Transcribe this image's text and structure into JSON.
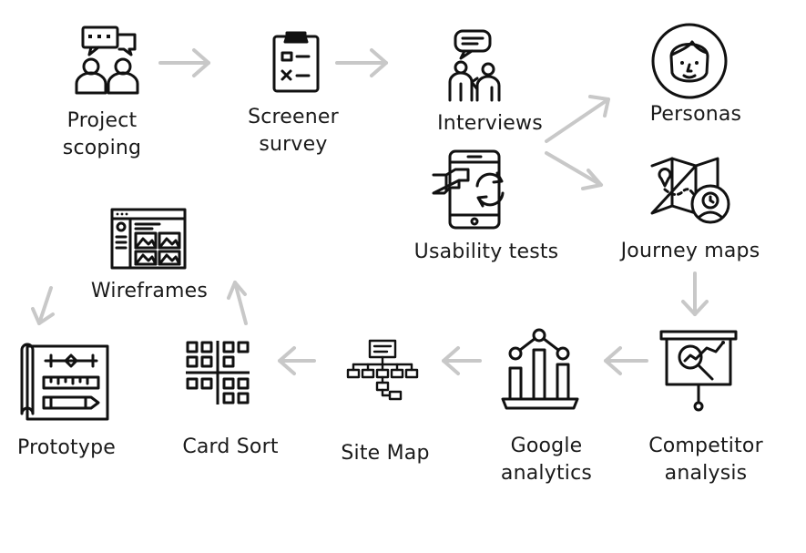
{
  "diagram": {
    "colors": {
      "icon": "#111111",
      "arrow": "#c8c8c8",
      "background": "#ffffff"
    },
    "steps": [
      {
        "id": "project-scoping",
        "label": "Project\nscoping",
        "icon": "discussion-people-icon"
      },
      {
        "id": "screener-survey",
        "label": "Screener\nsurvey",
        "icon": "clipboard-checklist-icon"
      },
      {
        "id": "interviews",
        "label": "Interviews",
        "icon": "interview-people-icon"
      },
      {
        "id": "personas",
        "label": "Personas",
        "icon": "person-face-icon"
      },
      {
        "id": "usability-tests",
        "label": "Usability tests",
        "icon": "phone-tap-refresh-icon"
      },
      {
        "id": "journey-maps",
        "label": "Journey maps",
        "icon": "map-pin-icon"
      },
      {
        "id": "competitor-analysis",
        "label": "Competitor\nanalysis",
        "icon": "presentation-board-magnifier-icon"
      },
      {
        "id": "google-analytics",
        "label": "Google\nanalytics",
        "icon": "bar-chart-trend-icon"
      },
      {
        "id": "site-map",
        "label": "Site Map",
        "icon": "sitemap-tree-icon"
      },
      {
        "id": "card-sort",
        "label": "Card Sort",
        "icon": "card-grid-icon"
      },
      {
        "id": "wireframes",
        "label": "Wireframes",
        "icon": "browser-wireframe-icon"
      },
      {
        "id": "prototype",
        "label": "Prototype",
        "icon": "blueprint-ruler-icon"
      }
    ]
  }
}
